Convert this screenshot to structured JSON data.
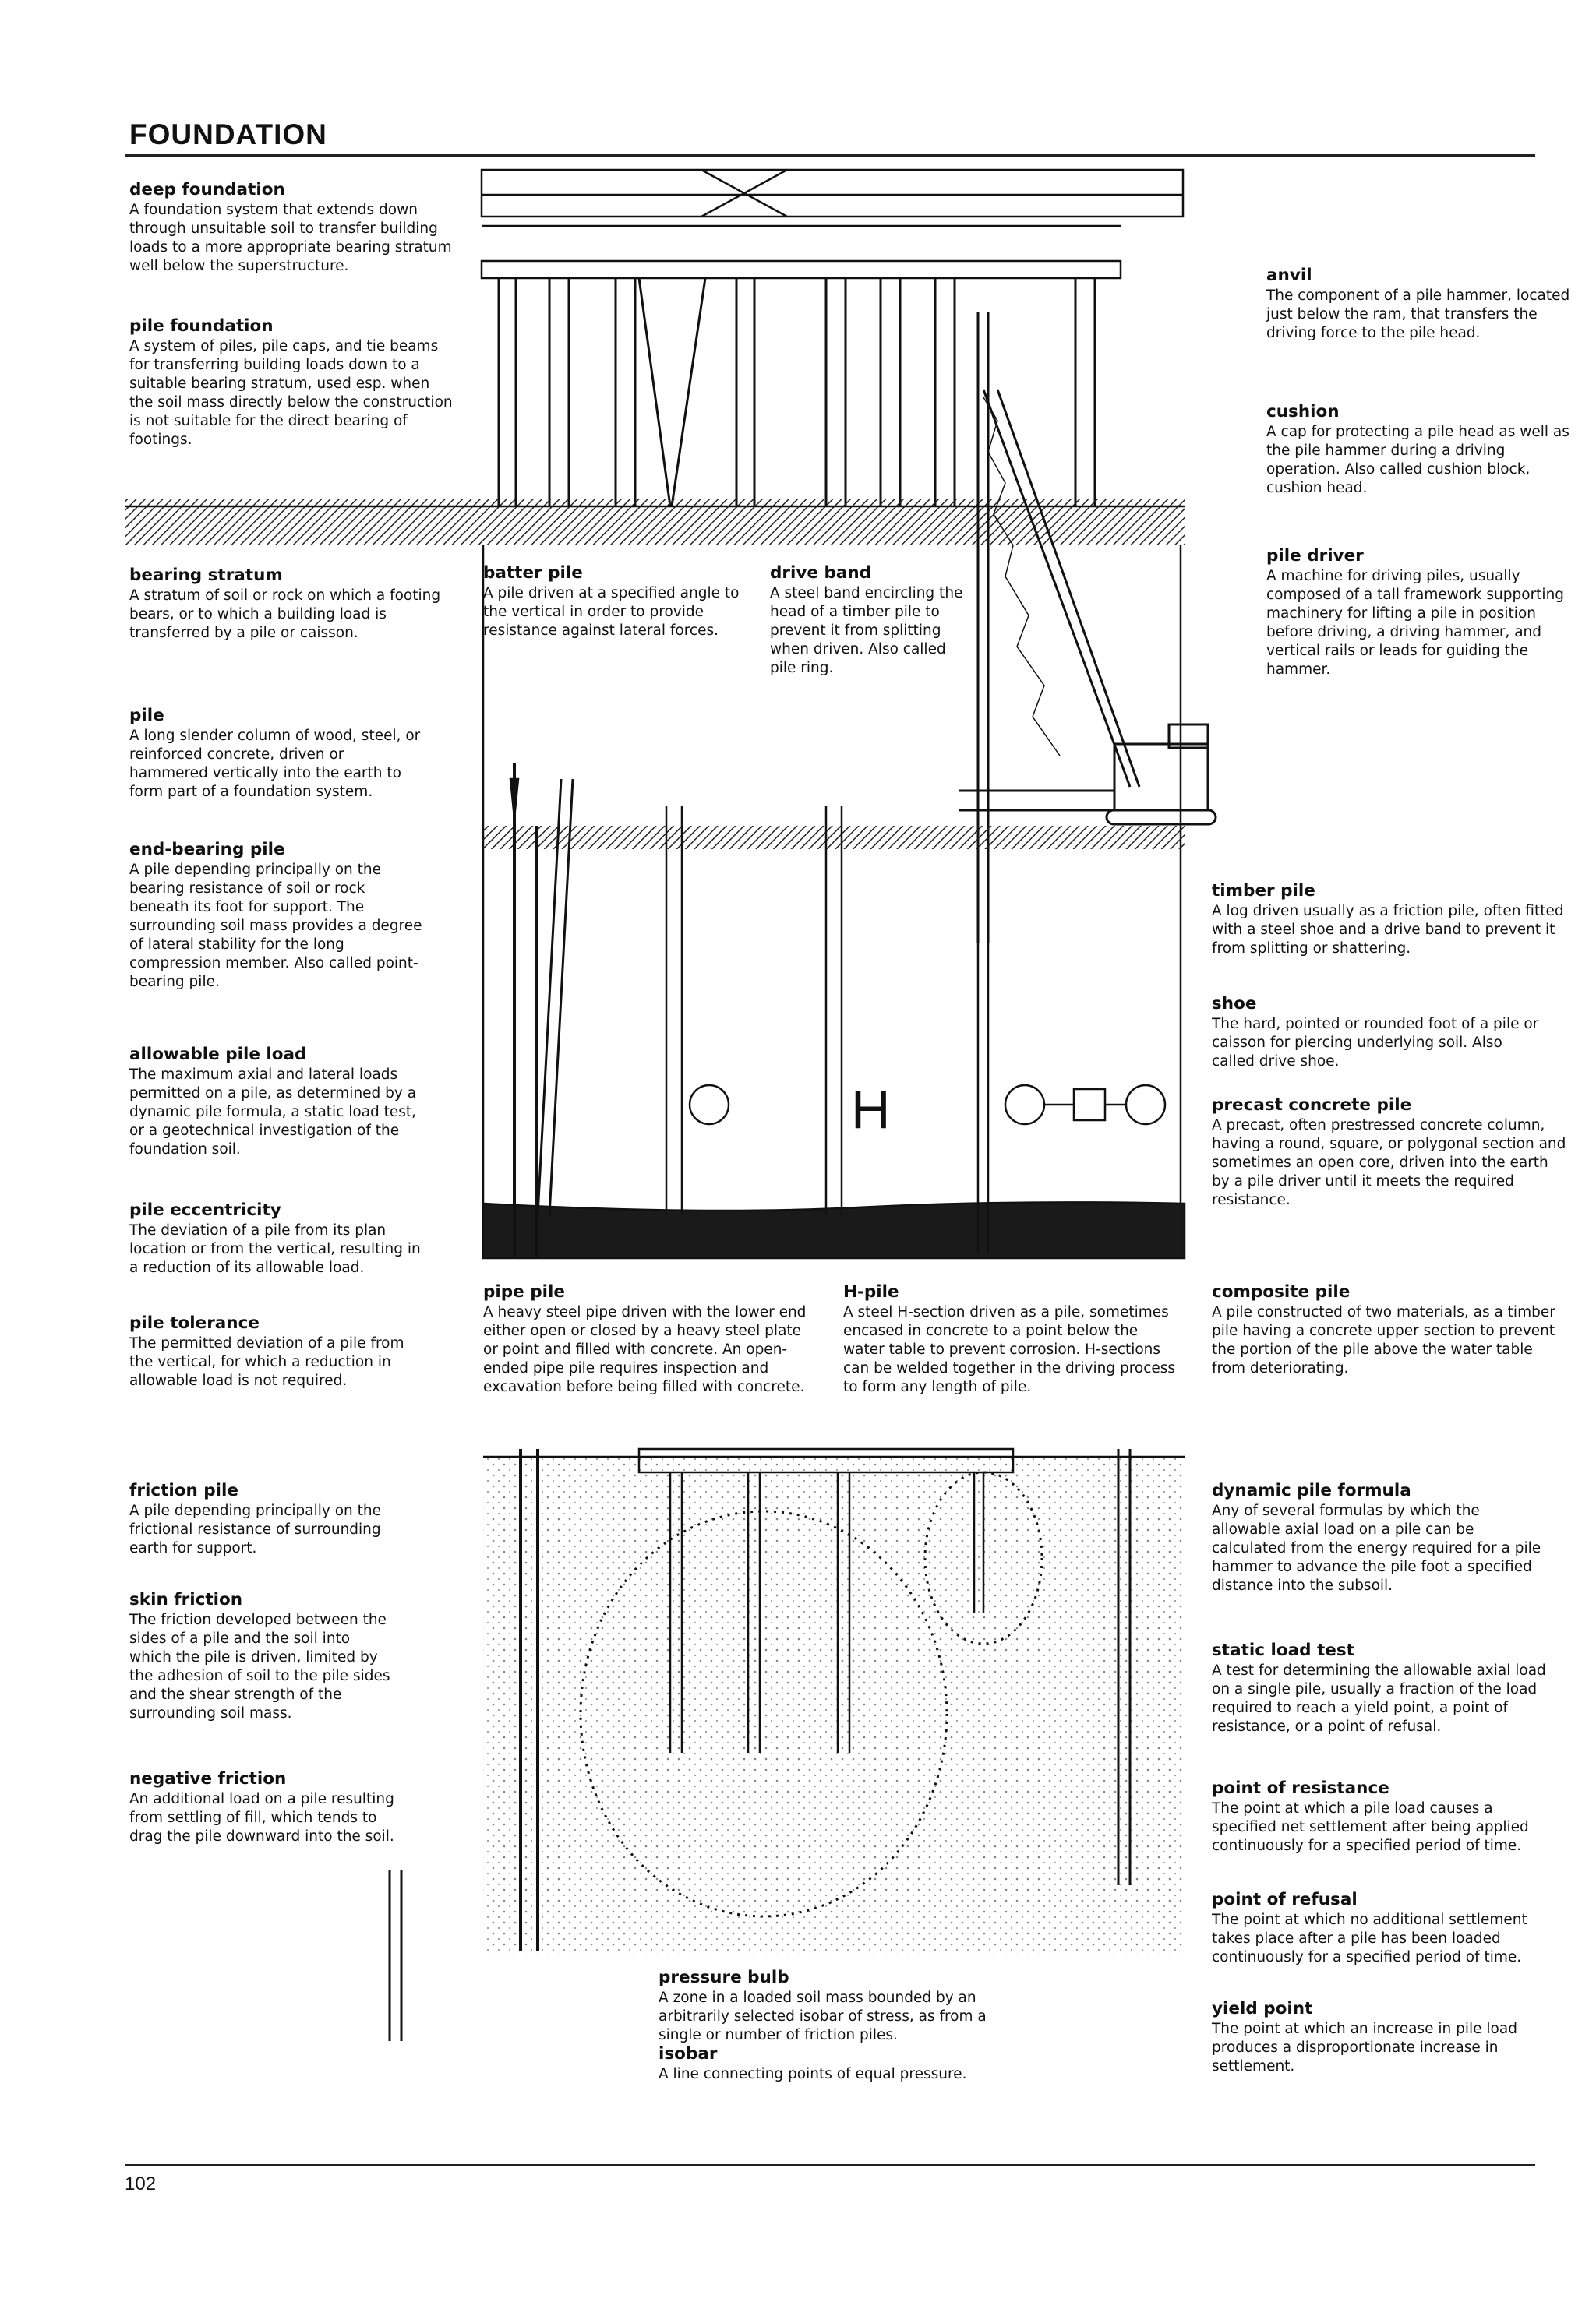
{
  "page": {
    "header": "FOUNDATION",
    "page_number": "102"
  },
  "entries": [
    {
      "term": "deep foundation",
      "definition": "A foundation system that extends down through unsuitable soil to transfer building loads to a more appropriate bearing stratum well below the superstructure."
    },
    {
      "term": "pile foundation",
      "definition": "A system of piles, pile caps, and tie beams for transferring building loads down to a suitable bearing stratum, used esp. when the soil mass directly below the construction is not suitable for the direct bearing of footings."
    },
    {
      "term": "bearing stratum",
      "definition": "A stratum of soil or rock on which a footing bears, or to which a building load is transferred by a pile or caisson."
    },
    {
      "term": "pile",
      "definition": "A long slender column of wood, steel, or reinforced concrete, driven or hammered vertically into the earth to form part of a foundation system."
    },
    {
      "term": "end-bearing pile",
      "definition": "A pile depending principally on the bearing resistance of soil or rock beneath its foot for support. The surrounding soil mass provides a degree of lateral stability for the long compression member. Also called point-bearing pile."
    },
    {
      "term": "allowable pile load",
      "definition": "The maximum axial and lateral loads permitted on a pile, as determined by a dynamic pile formula, a static load test, or a geotechnical investigation of the foundation soil."
    },
    {
      "term": "pile eccentricity",
      "definition": "The deviation of a pile from its plan location or from the vertical, resulting in a reduction of its allowable load."
    },
    {
      "term": "pile tolerance",
      "definition": "The permitted deviation of a pile from the vertical, for which a reduction in allowable load is not required."
    },
    {
      "term": "friction pile",
      "definition": "A pile depending principally on the frictional resistance of surrounding earth for support."
    },
    {
      "term": "skin friction",
      "definition": "The friction developed between the sides of a pile and the soil into which the pile is driven, limited by the adhesion of soil to the pile sides and the shear strength of the surrounding soil mass."
    },
    {
      "term": "negative friction",
      "definition": "An additional load on a pile resulting from settling of fill, which tends to drag the pile downward into the soil."
    },
    {
      "term": "batter pile",
      "definition": "A pile driven at a specified angle to the vertical in order to provide resistance against lateral forces."
    },
    {
      "term": "drive band",
      "definition": "A steel band encircling the head of a timber pile to prevent it from splitting when driven. Also called pile ring."
    },
    {
      "term": "pipe pile",
      "definition": "A heavy steel pipe driven with the lower end either open or closed by a heavy steel plate or point and filled with concrete. An open-ended pipe pile requires inspection and excavation before being filled with concrete."
    },
    {
      "term": "H-pile",
      "definition": "A steel H-section driven as a pile, sometimes encased in concrete to a point below the water table to prevent corrosion. H-sections can be welded together in the driving process to form any length of pile."
    },
    {
      "term": "pressure bulb",
      "definition": "A zone in a loaded soil mass bounded by an arbitrarily selected isobar of stress, as from a single or number of friction piles."
    },
    {
      "term": "isobar",
      "definition": "A line connecting points of equal pressure."
    },
    {
      "term": "anvil",
      "definition": "The component of a pile hammer, located just below the ram, that transfers the driving force to the pile head."
    },
    {
      "term": "cushion",
      "definition": "A cap for protecting a pile head as well as the pile hammer during a driving operation. Also called cushion block, cushion head."
    },
    {
      "term": "pile driver",
      "definition": "A machine for driving piles, usually composed of a tall framework supporting machinery for lifting a pile in position before driving, a driving hammer, and vertical rails or leads for guiding the hammer."
    },
    {
      "term": "timber pile",
      "definition": "A log driven usually as a friction pile, often fitted with a steel shoe and a drive band to prevent it from splitting or shattering."
    },
    {
      "term": "shoe",
      "definition": "The hard, pointed or rounded foot of a pile or caisson for piercing underlying soil. Also called drive shoe."
    },
    {
      "term": "precast concrete pile",
      "definition": "A precast, often prestressed concrete column, having a round, square, or polygonal section and sometimes an open core, driven into the earth by a pile driver until it meets the required resistance."
    },
    {
      "term": "composite pile",
      "definition": "A pile constructed of two materials, as a timber pile having a concrete upper section to prevent the portion of the pile above the water table from deteriorating."
    },
    {
      "term": "dynamic pile formula",
      "definition": "Any of several formulas by which the allowable axial load on a pile can be calculated from the energy required for a pile hammer to advance the pile foot a specified distance into the subsoil."
    },
    {
      "term": "static load test",
      "definition": "A test for determining the allowable axial load on a single pile, usually a fraction of the load required to reach a yield point, a point of resistance, or a point of refusal."
    },
    {
      "term": "point of resistance",
      "definition": "The point at which a pile load causes a specified net settlement after being applied continuously for a specified period of time."
    },
    {
      "term": "point of refusal",
      "definition": "The point at which no additional settlement takes place after a pile has been loaded continuously for a specified period of time."
    },
    {
      "term": "yield point",
      "definition": "The point at which an increase in pile load produces a disproportionate increase in settlement."
    }
  ],
  "illustration": {
    "h_pile_glyph": "H"
  }
}
